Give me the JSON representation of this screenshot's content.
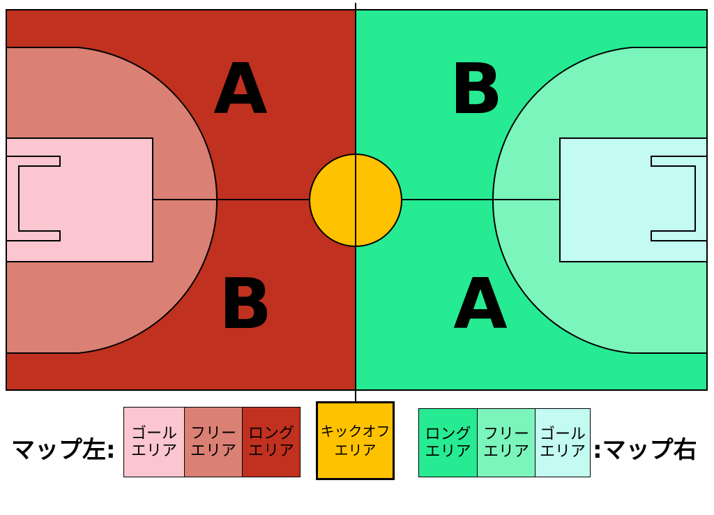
{
  "zones": {
    "left_top": "A",
    "left_bottom": "B",
    "right_top": "B",
    "right_bottom": "A"
  },
  "colors": {
    "left_long": "#c0311f",
    "left_free": "#da8074",
    "left_goal": "#fbc6cf",
    "right_long": "#26eb92",
    "right_free": "#7bf5bc",
    "right_goal": "#c3faf1",
    "kickoff": "#ffc200"
  },
  "legend": {
    "left_label": "マップ左:",
    "right_label": ":マップ右",
    "left_items": [
      {
        "line1": "ゴール",
        "line2": "エリア",
        "color": "#fbc6cf"
      },
      {
        "line1": "フリー",
        "line2": "エリア",
        "color": "#da8074"
      },
      {
        "line1": "ロング",
        "line2": "エリア",
        "color": "#c0311f"
      }
    ],
    "kickoff": {
      "line1": "キックオフ",
      "line2": "エリア",
      "color": "#ffc200"
    },
    "right_items": [
      {
        "line1": "ロング",
        "line2": "エリア",
        "color": "#26eb92"
      },
      {
        "line1": "フリー",
        "line2": "エリア",
        "color": "#7bf5bc"
      },
      {
        "line1": "ゴール",
        "line2": "エリア",
        "color": "#c3faf1"
      }
    ]
  }
}
